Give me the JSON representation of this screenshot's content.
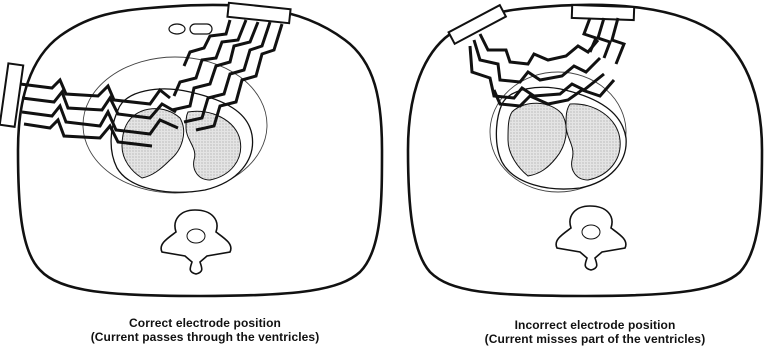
{
  "panels": [
    {
      "caption_title": "Correct electrode position",
      "caption_detail": "(Current passes through the ventricles)"
    },
    {
      "caption_title": "Incorrect electrode position",
      "caption_detail": "(Current misses part of the ventricles)"
    }
  ],
  "colors": {
    "outline": "#111111",
    "heart_fill": "#d6d6d6",
    "background": "#ffffff"
  }
}
